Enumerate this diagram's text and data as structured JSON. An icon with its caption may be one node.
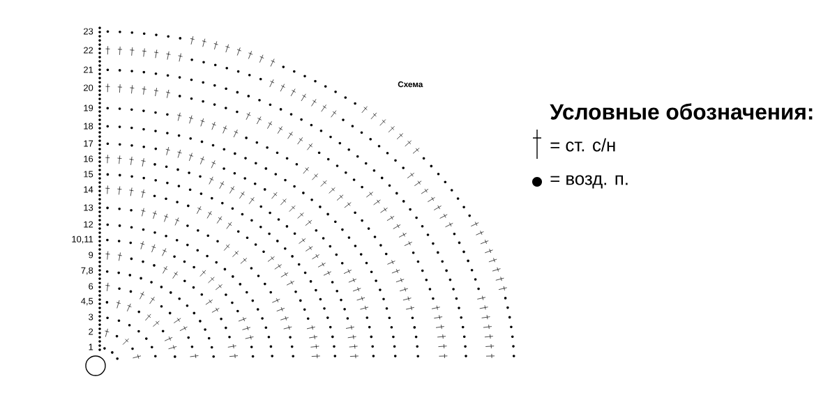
{
  "diagram": {
    "title": "Схема",
    "labels": [
      "23",
      "22",
      "21",
      "20",
      "19",
      "18",
      "17",
      "16",
      "15",
      "14",
      "13",
      "12",
      "10,11",
      "9",
      "7,8",
      "6",
      "4,5",
      "3",
      "2",
      "1",
      "Условные обозначения:"
    ],
    "legend": [
      {
        "text": "= ст. с/н"
      },
      {
        "text": "= возд. п."
      }
    ]
  }
}
